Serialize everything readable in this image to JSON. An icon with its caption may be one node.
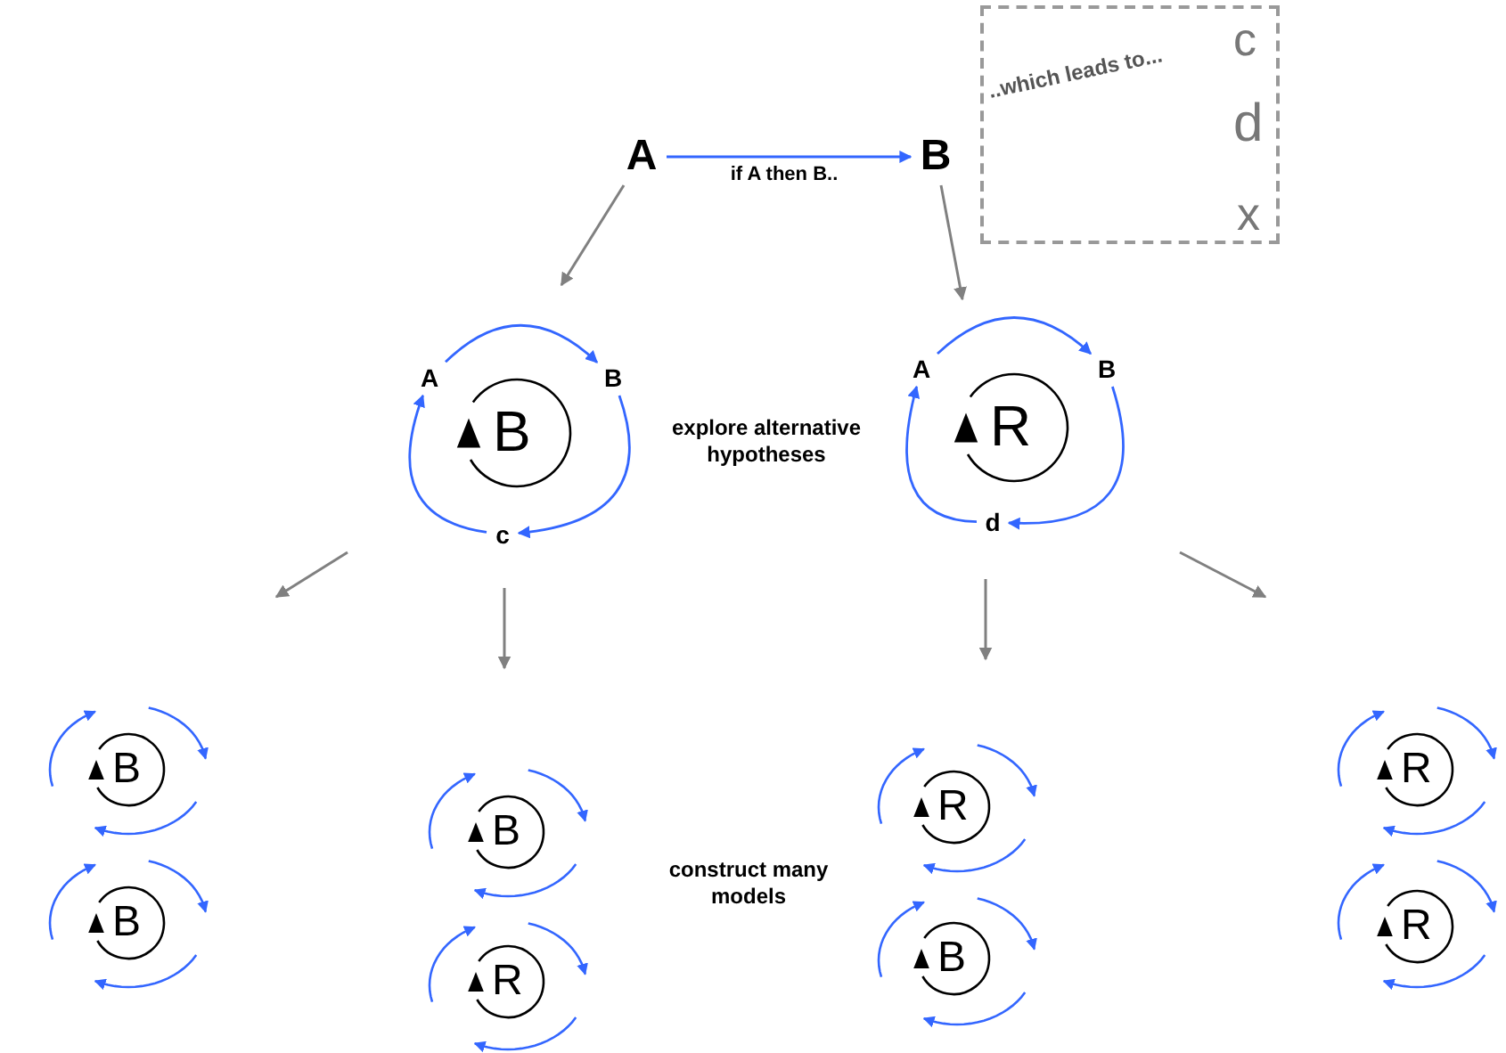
{
  "diagram": {
    "nodes": [
      {
        "text": [
          "A"
        ]
      },
      {
        "text": [
          "B"
        ]
      },
      {
        "text": [
          "..which leads to...",
          "c",
          "d",
          "x"
        ]
      },
      {
        "text": [
          "A"
        ]
      },
      {
        "text": [
          "B"
        ]
      },
      {
        "text": [
          "c"
        ]
      },
      {
        "text": [
          "B"
        ]
      },
      {
        "text": [
          "A"
        ]
      },
      {
        "text": [
          "B"
        ]
      },
      {
        "text": [
          "d"
        ]
      },
      {
        "text": [
          "R"
        ]
      },
      {
        "text": [
          "B"
        ]
      },
      {
        "text": [
          "B"
        ]
      },
      {
        "text": [
          "B"
        ]
      },
      {
        "text": [
          "R"
        ]
      },
      {
        "text": [
          "R"
        ]
      },
      {
        "text": [
          "B"
        ]
      },
      {
        "text": [
          "R"
        ]
      },
      {
        "text": [
          "R"
        ]
      }
    ],
    "edges": [
      {
        "from": 0,
        "to": 1,
        "arrow": "to",
        "label": "if A then B.."
      },
      {
        "from": 0,
        "to": null,
        "arrow": "to",
        "color": "#808080"
      },
      {
        "from": 1,
        "to": null,
        "arrow": "to",
        "color": "#808080"
      },
      {
        "from": 3,
        "to": 4,
        "arrow": "to"
      },
      {
        "from": 4,
        "to": 5,
        "arrow": "to"
      },
      {
        "from": 5,
        "to": 3,
        "arrow": "to"
      },
      {
        "from": 7,
        "to": 8,
        "arrow": "to"
      },
      {
        "from": 8,
        "to": 9,
        "arrow": "to"
      },
      {
        "from": 9,
        "to": 7,
        "arrow": "to"
      }
    ],
    "labels": [
      "explore alternative hypotheses",
      "construct many models"
    ]
  }
}
